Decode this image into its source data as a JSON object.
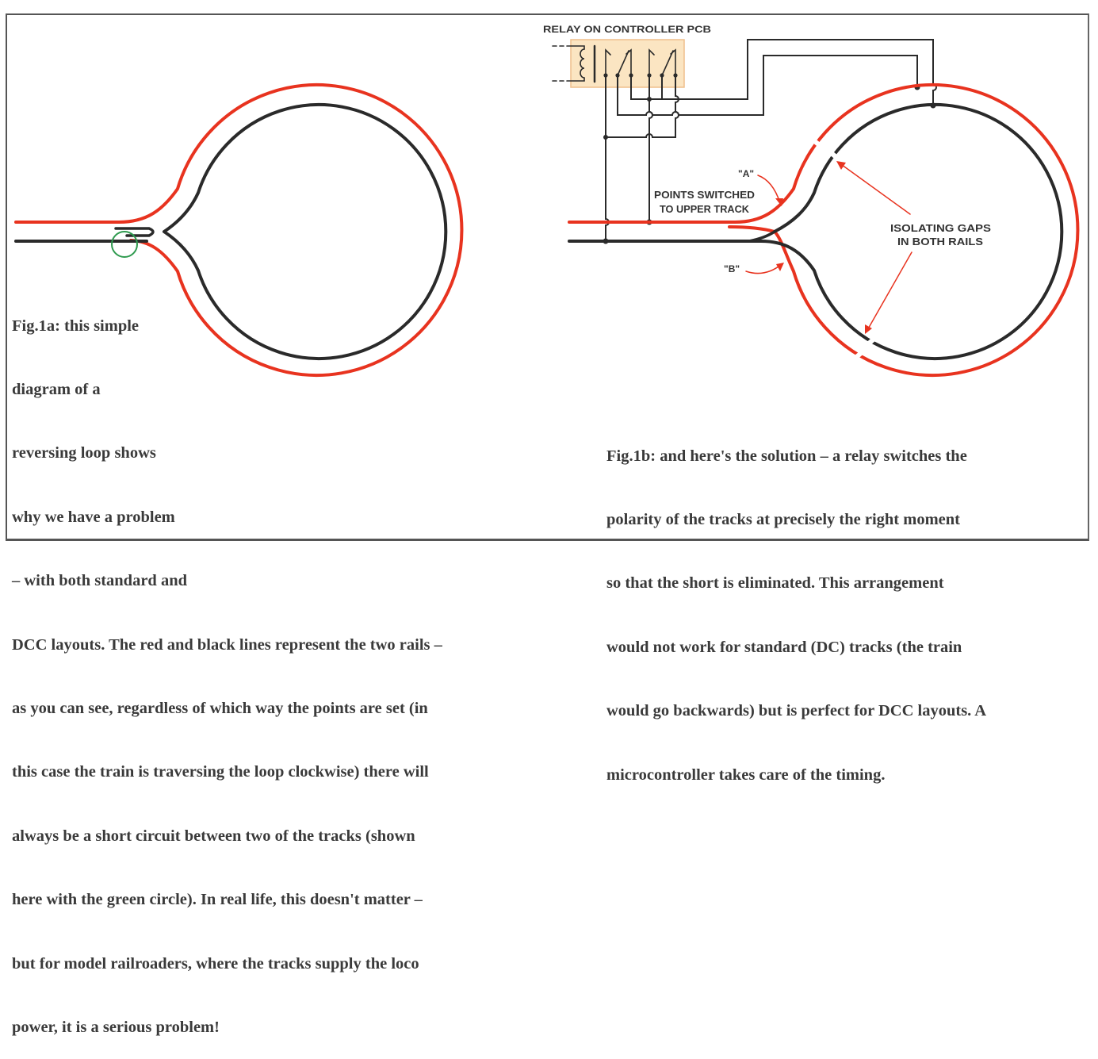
{
  "figure_a": {
    "caption_lines": [
      "Fig.1a: this simple",
      "diagram of a",
      "reversing loop shows",
      "why we have a problem",
      "– with both standard and",
      "DCC layouts. The red and black lines represent the two rails –",
      "as you can see, regardless of which way the points are set (in",
      "this case the train is traversing the loop clockwise) there will",
      "always be a short circuit between two of the tracks (shown",
      "here with the green circle). In real life, this doesn't matter –",
      "but for model railroaders, where the tracks supply the loco",
      "power, it is a serious problem!"
    ]
  },
  "figure_b": {
    "relay_label": "RELAY ON CONTROLLER PCB",
    "points_label_1": "POINTS SWITCHED",
    "points_label_2": "TO UPPER TRACK",
    "label_a": "\"A\"",
    "label_b": "\"B\"",
    "gaps_label_1": "ISOLATING GAPS",
    "gaps_label_2": "IN BOTH RAILS",
    "caption_lines": [
      "Fig.1b: and here's the solution – a relay switches the",
      "polarity of the tracks at precisely the right moment",
      "so that the short is eliminated. This arrangement",
      "would not work for standard (DC) tracks (the train",
      "would go backwards) but is perfect for DCC layouts. A",
      "microcontroller takes care of the timing."
    ]
  },
  "colors": {
    "rail_red": "#e8331f",
    "rail_black": "#2a2a2a",
    "short_circle": "#2e9a4e",
    "relay_fill": "#fbe5c2"
  }
}
